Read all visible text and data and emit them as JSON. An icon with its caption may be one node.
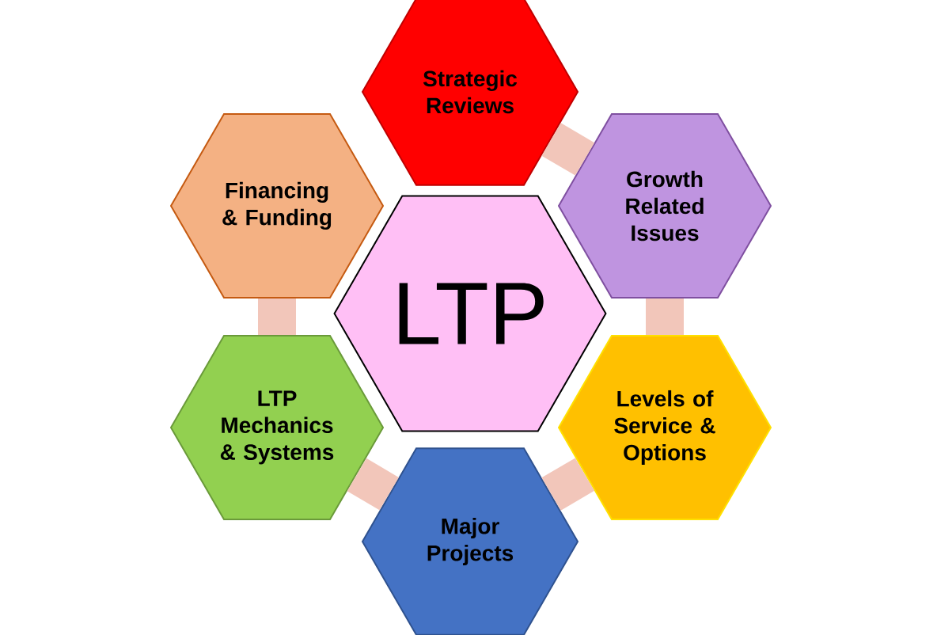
{
  "diagram": {
    "nodes": [
      {
        "text": [
          "LTP"
        ]
      },
      {
        "text": [
          "Strategic Reviews"
        ]
      },
      {
        "text": [
          "Growth Related Issues"
        ]
      },
      {
        "text": [
          "Levels of Service & Options"
        ]
      },
      {
        "text": [
          "Major Projects"
        ]
      },
      {
        "text": [
          "LTP Mechanics & Systems"
        ]
      },
      {
        "text": [
          "Financing & Funding"
        ]
      }
    ],
    "edges": [
      {
        "from": 1,
        "to": 2,
        "arrow": "none"
      },
      {
        "from": 2,
        "to": 3,
        "arrow": "none"
      },
      {
        "from": 3,
        "to": 4,
        "arrow": "none"
      },
      {
        "from": 4,
        "to": 5,
        "arrow": "none"
      },
      {
        "from": 5,
        "to": 6,
        "arrow": "none"
      }
    ]
  }
}
